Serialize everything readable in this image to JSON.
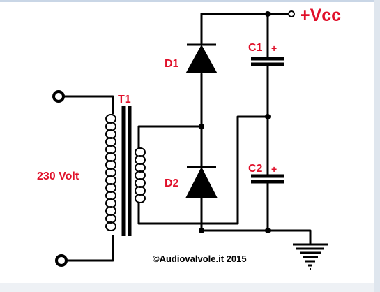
{
  "colors": {
    "wire": "#000000",
    "label_red": "#e0102a",
    "background": "#ffffff"
  },
  "labels": {
    "vcc": "+Vcc",
    "t1": "T1",
    "d1": "D1",
    "d2": "D2",
    "c1": "C1",
    "c2": "C2",
    "c1_plus": "+",
    "c2_plus": "+",
    "input_voltage": "230 Volt",
    "copyright": "©Audiovalvole.it 2015"
  },
  "components": [
    {
      "ref": "T1",
      "kind": "transformer"
    },
    {
      "ref": "D1",
      "kind": "diode"
    },
    {
      "ref": "D2",
      "kind": "diode"
    },
    {
      "ref": "C1",
      "kind": "polarized-capacitor"
    },
    {
      "ref": "C2",
      "kind": "polarized-capacitor"
    }
  ],
  "icons": {
    "ground": "ground-icon",
    "terminal": "terminal-icon"
  }
}
